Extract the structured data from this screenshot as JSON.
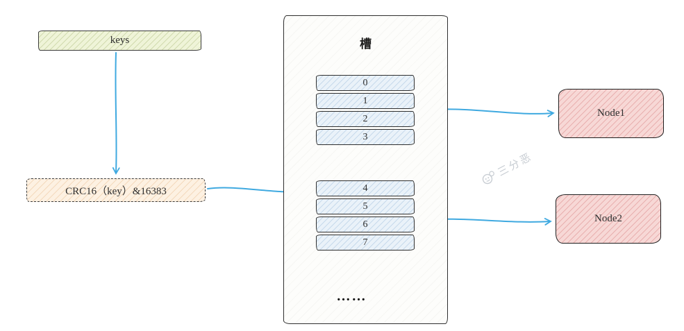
{
  "diagram": {
    "keys_label": "keys",
    "hash_formula": "CRC16（key）&16383",
    "slot_container_title": "槽",
    "slots": [
      "0",
      "1",
      "2",
      "3",
      "4",
      "5",
      "6",
      "7"
    ],
    "ellipsis": "……",
    "nodes": [
      {
        "label": "Node1"
      },
      {
        "label": "Node2"
      }
    ],
    "watermark_text": "三分恶",
    "colors": {
      "arrow": "#3fa9e0",
      "keys_fill": "#eff4d8",
      "hash_fill": "#fdf1e2",
      "slot_fill": "#eaf2f9",
      "node_fill": "#f7d8d6",
      "border": "#2e2e2e"
    }
  }
}
